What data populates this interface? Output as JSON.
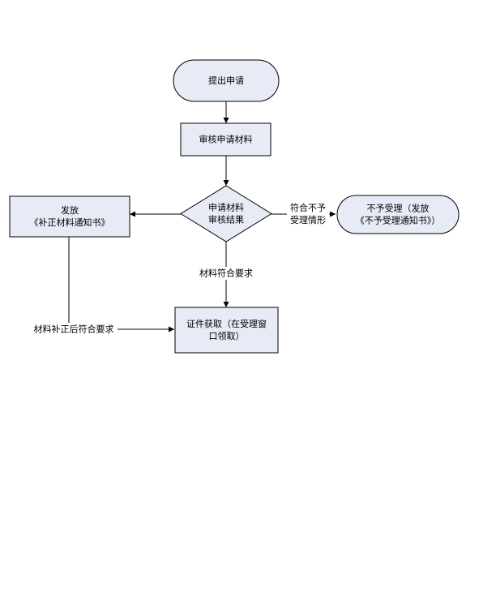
{
  "colors": {
    "node_fill": "#e6ebf5",
    "node_stroke": "#000000",
    "line": "#000000",
    "background": "#ffffff"
  },
  "nodes": {
    "start": {
      "shape": "rounded",
      "lines": [
        "提出申请"
      ]
    },
    "review_materials": {
      "shape": "rect",
      "lines": [
        "审核申请材料"
      ]
    },
    "decision": {
      "shape": "diamond",
      "lines": [
        "申请材料",
        "审核结果"
      ]
    },
    "issue_supplement": {
      "shape": "rect",
      "lines": [
        "发放",
        "《补正材料通知书》"
      ]
    },
    "rejected": {
      "shape": "rounded",
      "lines": [
        "不予受理（发放",
        "《不予受理通知书》）"
      ]
    },
    "certificate": {
      "shape": "rect",
      "lines": [
        "证件获取（在受理窗",
        "口领取）"
      ]
    }
  },
  "edges": {
    "reject_condition": {
      "lines": [
        "符合不予",
        "受理情形"
      ]
    },
    "meets_requirements": {
      "lines": [
        "材料符合要求"
      ]
    },
    "after_supplement": {
      "lines": [
        "材料补正后符合要求"
      ]
    }
  }
}
